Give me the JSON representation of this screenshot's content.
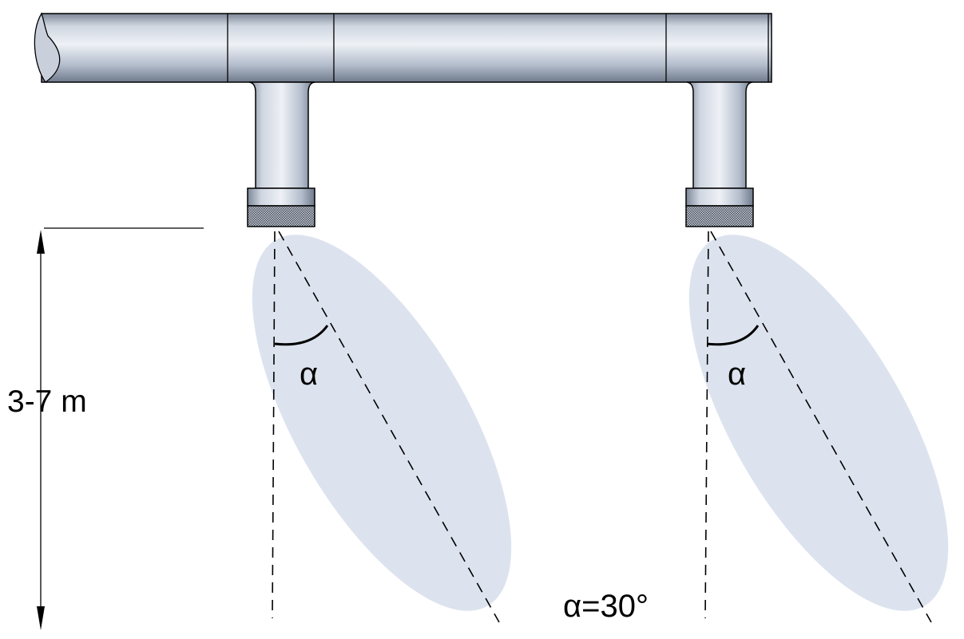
{
  "diagram": {
    "height_label": "3-7 m",
    "angle_symbol": "α",
    "angle_value_label": "α=30°",
    "angle_deg": 30
  },
  "colors": {
    "pipe_light": "#e3e8f1",
    "pipe_mid": "#b6c0cf",
    "pipe_dark": "#7d8797",
    "spray": "#dde3ee",
    "outline": "#000000"
  }
}
